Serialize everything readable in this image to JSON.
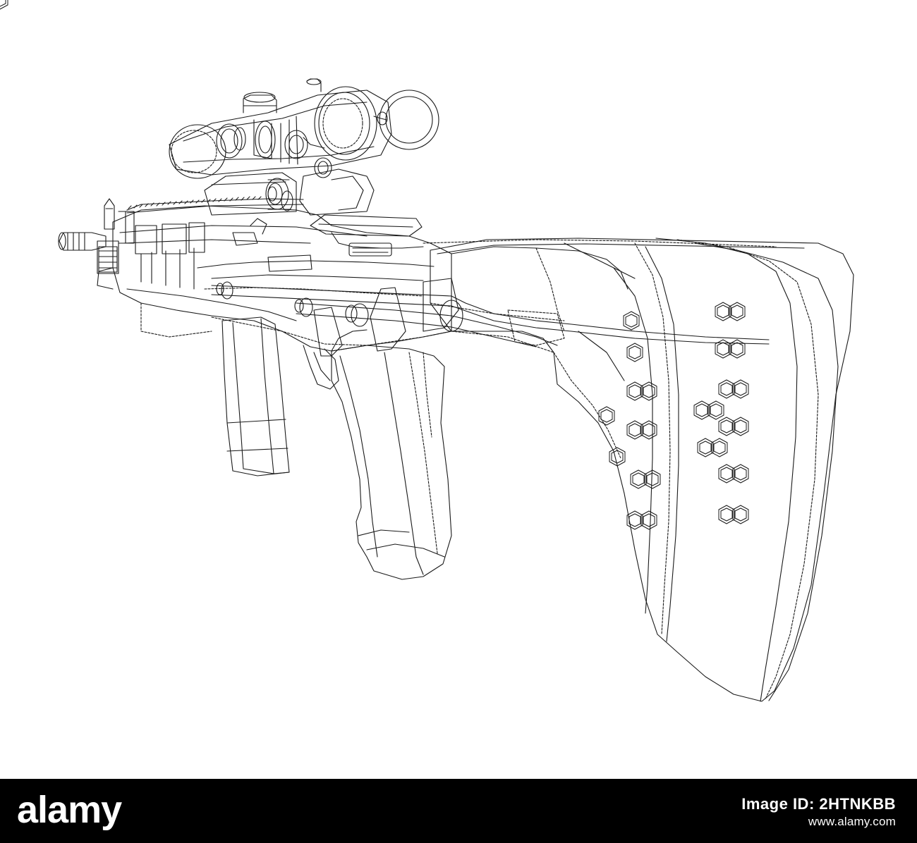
{
  "illustration": {
    "subject": "Rifle with scope",
    "style": "wireframe",
    "line_color": "#1a1a1a",
    "background_color": "#ffffff"
  },
  "banner": {
    "background_color": "#000000",
    "text_color": "#ffffff",
    "logo_text": "alamy",
    "image_id_label": "Image ID: 2HTNKBB",
    "website": "www.alamy.com"
  }
}
